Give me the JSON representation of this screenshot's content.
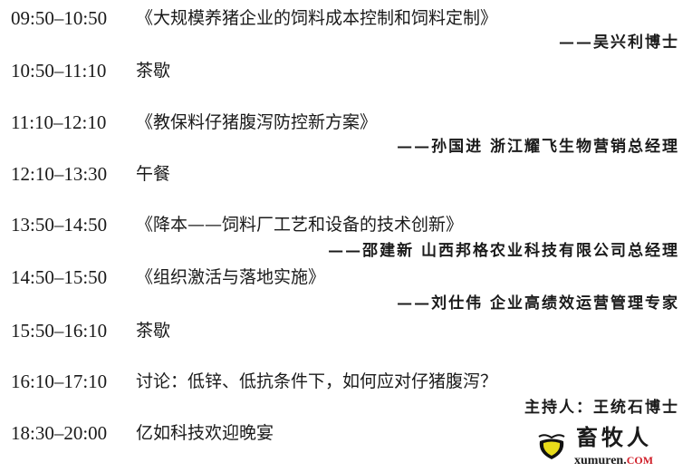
{
  "items": [
    {
      "time": "09:50–10:50",
      "title": "《大规模养猪企业的饲料成本控制和饲料定制》",
      "speaker": "——吴兴利博士"
    },
    {
      "time": "10:50–11:10",
      "title": "茶歇"
    },
    {
      "time": "11:10–12:10",
      "title": "《教保料仔猪腹泻防控新方案》",
      "speaker": "——孙国进 浙江耀飞生物营销总经理"
    },
    {
      "time": "12:10–13:30",
      "title": "午餐"
    },
    {
      "time": "13:50–14:50",
      "title": "《降本——饲料厂工艺和设备的技术创新》",
      "speaker": "——邵建新 山西邦格农业科技有限公司总经理"
    },
    {
      "time": "14:50–15:50",
      "title": "《组织激活与落地实施》",
      "speaker": "——刘仕伟 企业高绩效运营管理专家"
    },
    {
      "time": "15:50–16:10",
      "title": "茶歇"
    },
    {
      "time": "16:10–17:10",
      "title": "讨论：低锌、低抗条件下，如何应对仔猪腹泻？",
      "speaker": "主持人：王统石博士"
    },
    {
      "time": "18:30–20:00",
      "title": "亿如科技欢迎晚宴"
    }
  ],
  "logo": {
    "name": "畜牧人",
    "url": "xumuren.",
    "tld": "COM"
  }
}
